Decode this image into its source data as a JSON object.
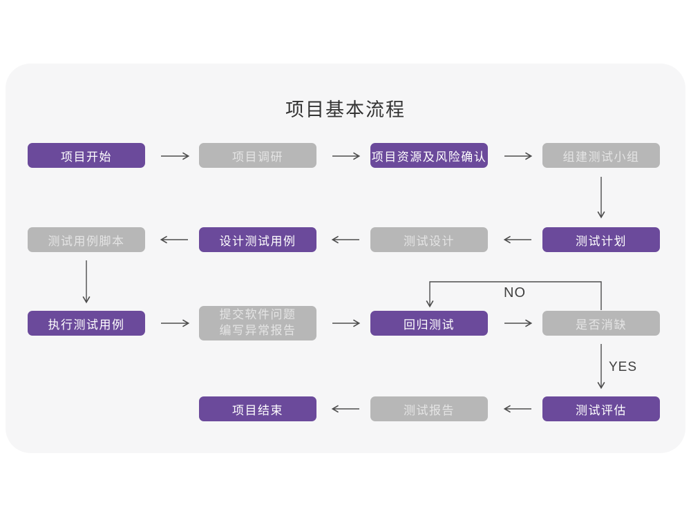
{
  "title": "项目基本流程",
  "colors": {
    "page_bg": "#ffffff",
    "card_bg": "#f6f6f7",
    "purple": "#6b4a9b",
    "gray": "#b7b7b7",
    "node_text_purple": "#ffffff",
    "node_text_gray": "#e4e4e4",
    "arrow": "#4c4c4c",
    "label_text": "#3f3f3f",
    "title_text": "#333333"
  },
  "nodes": [
    {
      "label": "项目开始"
    },
    {
      "label": "项目调研"
    },
    {
      "label": "项目资源及风险确认"
    },
    {
      "label": "组建测试小组"
    },
    {
      "label": "测试计划"
    },
    {
      "label": "测试设计"
    },
    {
      "label": "设计测试用例"
    },
    {
      "label": "测试用例脚本"
    },
    {
      "label": "执行测试用例"
    },
    {
      "label": "提交软件问题\n编写异常报告"
    },
    {
      "label": "回归测试"
    },
    {
      "label": "是否消缺"
    },
    {
      "label": "测试评估"
    },
    {
      "label": "测试报告"
    },
    {
      "label": "项目结束"
    }
  ],
  "labels": {
    "no": "NO",
    "yes": "YES"
  }
}
